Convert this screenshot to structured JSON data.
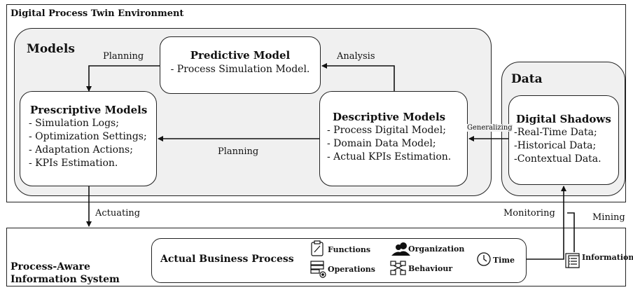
{
  "environment": {
    "title": "Digital Process Twin Environment"
  },
  "models": {
    "title": "Models",
    "predictive": {
      "title": "Predictive Model",
      "items": [
        "- Process Simulation Model."
      ]
    },
    "prescriptive": {
      "title": "Prescriptive Models",
      "items": [
        "- Simulation Logs;",
        "- Optimization Settings;",
        "- Adaptation Actions;",
        "- KPIs Estimation."
      ]
    },
    "descriptive": {
      "title": "Descriptive Models",
      "items": [
        "- Process Digital Model;",
        "- Domain Data Model;",
        "- Actual KPIs Estimation."
      ]
    }
  },
  "data": {
    "title": "Data",
    "shadows": {
      "title": "Digital Shadows",
      "items": [
        "-Real-Time Data;",
        "-Historical Data;",
        "-Contextual Data."
      ]
    }
  },
  "edges": {
    "planning_top": "Planning",
    "analysis": "Analysis",
    "planning_mid": "Planning",
    "generalizing": "Generalizing",
    "actuating": "Actuating",
    "monitoring": "Monitoring",
    "mining": "Mining"
  },
  "pais": {
    "title_line1": "Process-Aware",
    "title_line2": "Information System",
    "business": {
      "title": "Actual Business Process",
      "functions": "Functions",
      "operations": "Operations",
      "organization": "Organization",
      "behaviour": "Behaviour",
      "time": "Time"
    },
    "information": "Information"
  },
  "icons": [
    "clipboard-icon",
    "server-gear-icon",
    "people-icon",
    "behaviour-diagram-icon",
    "clock-icon",
    "document-list-icon"
  ]
}
